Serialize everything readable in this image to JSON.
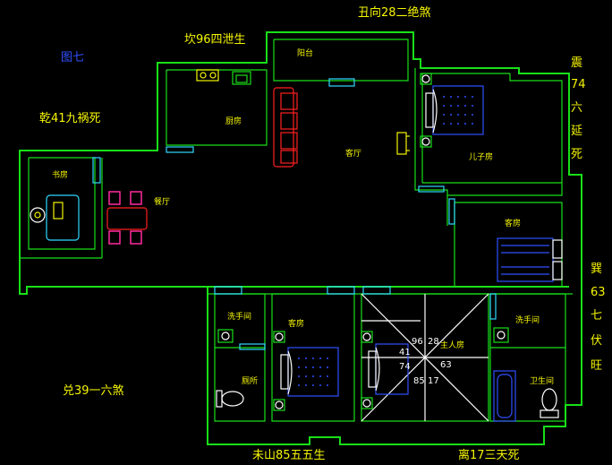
{
  "figure": {
    "label": "图七"
  },
  "directions": {
    "top": "丑向28二绝煞",
    "top_left": "坎96四泄生",
    "left_upper": "乾41九祸死",
    "left_lower": "兑39一六煞",
    "right_upper_chars": [
      "震",
      "74",
      "六",
      "延",
      "死"
    ],
    "right_lower_chars": [
      "巽",
      "63",
      "七",
      "伏",
      "旺"
    ],
    "bottom_left": "未山85五五生",
    "bottom_right": "离17三天死"
  },
  "rooms": {
    "balcony": "阳台",
    "kitchen": "厨房",
    "study": "书房",
    "dining": "餐厅",
    "living": "客厅",
    "son_room": "儿子房",
    "guest_right": "客房",
    "wash_left": "洗手间",
    "toilet_left": "厕所",
    "guest_bottom": "客房",
    "master": "主人房",
    "wash_right": "洗手间",
    "bath_right": "卫生间"
  },
  "master_grid": {
    "n1": "96",
    "n2": "28",
    "n3": "63",
    "n4": "41",
    "n5": "74",
    "n6": "85",
    "n7": "17"
  }
}
